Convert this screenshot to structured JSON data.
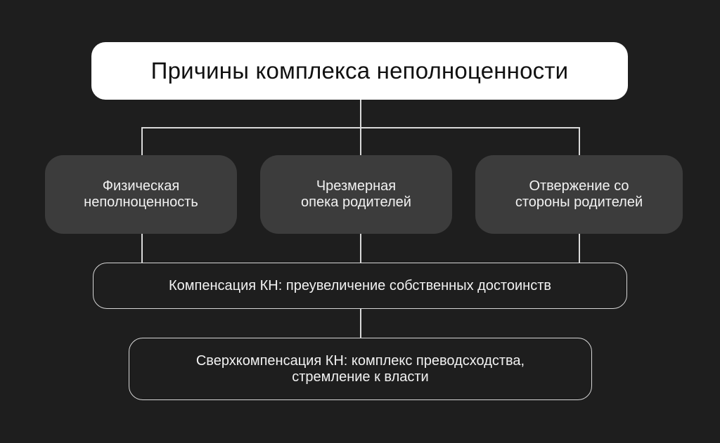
{
  "diagram": {
    "title": "Причины комплекса неполноценности",
    "causes": [
      {
        "line1": "Физическая",
        "line2": "неполноценность"
      },
      {
        "line1": "Чрезмерная",
        "line2": "опека родителей"
      },
      {
        "line1": "Отвержение со",
        "line2": "стороны родителей"
      }
    ],
    "compensation": "Компенсация КН: преувеличение собственных достоинств",
    "overcompensation": {
      "line1": "Сверхкомпенсация КН: комплекс преводсходства,",
      "line2": "стремление к власти"
    }
  },
  "colors": {
    "background": "#1e1e1e",
    "title_box": "#ffffff",
    "cause_box": "#3c3c3c",
    "connector": "#d9d9d9",
    "text_light": "#f2f2f2",
    "text_dark": "#111111"
  }
}
